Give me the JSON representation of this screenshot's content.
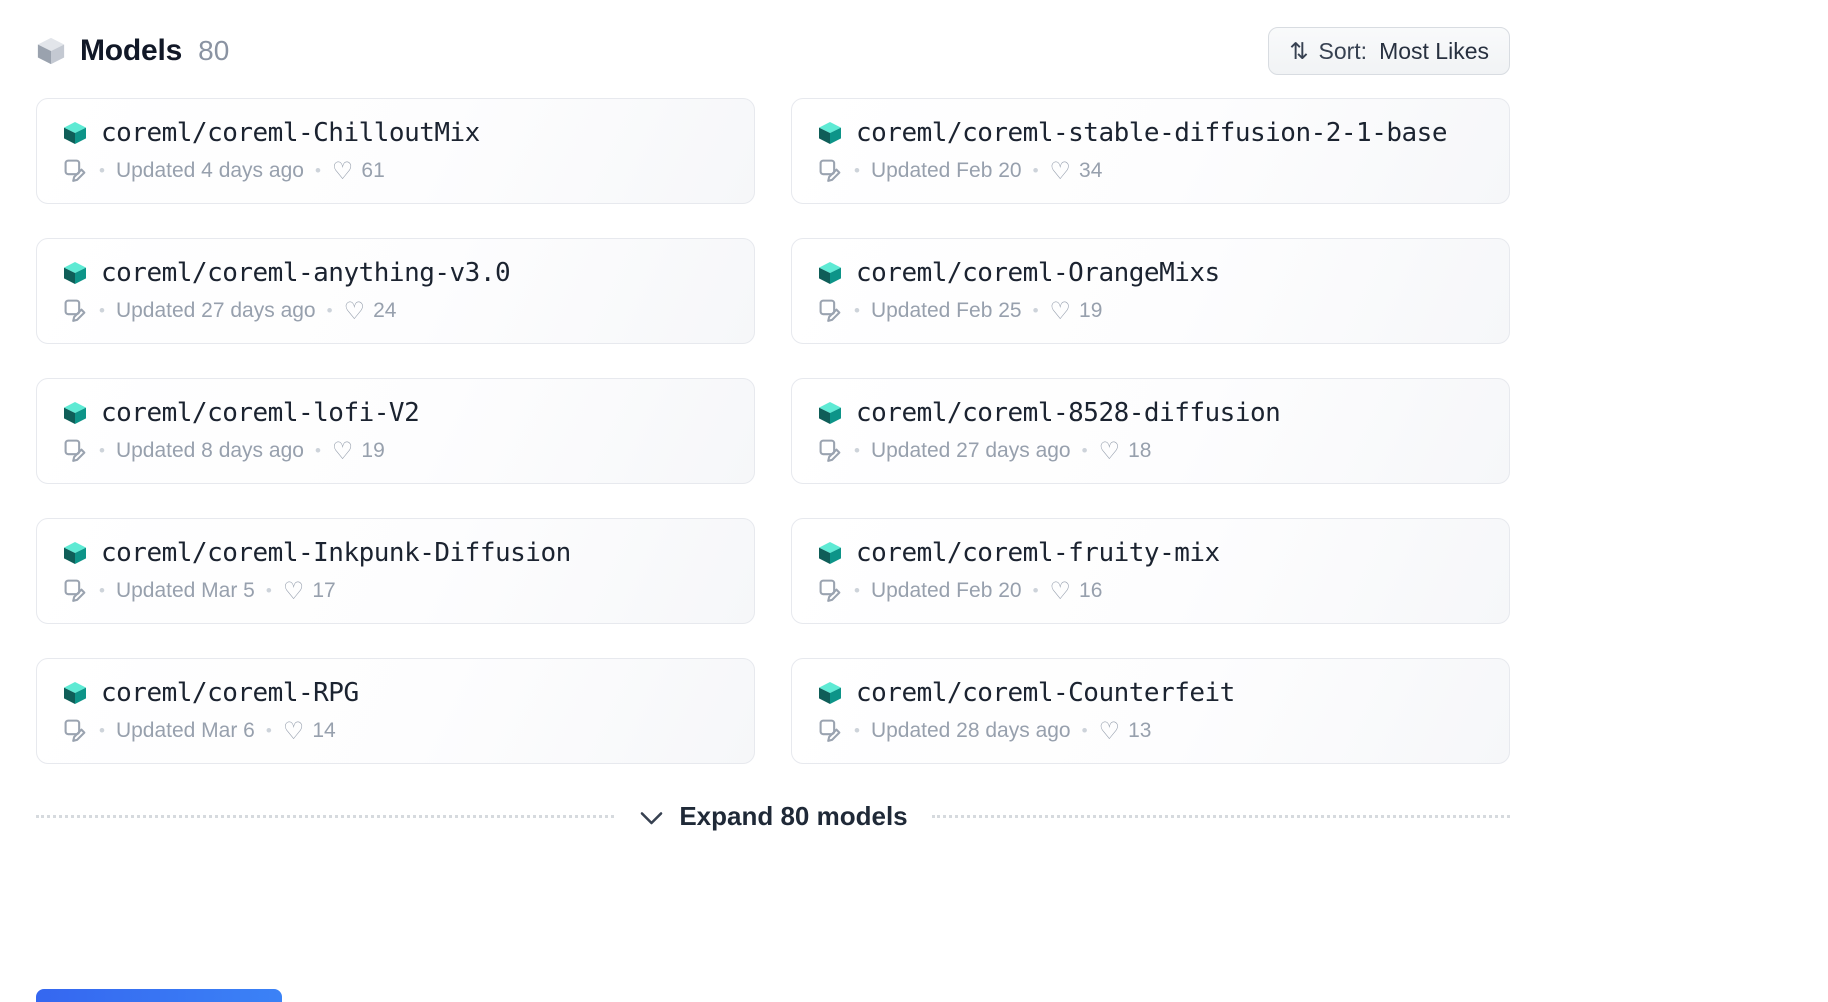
{
  "colors": {
    "model_icon_teal": "#14b8a6",
    "card_border": "#e7e9ee",
    "meta_text_gray": "#97a0ad",
    "title_text": "#1b2330",
    "bottom_bar_blue": "#3b82f6"
  },
  "glyphs": {
    "bullet": "•",
    "heart": "♡",
    "sort_arrows": "⇅"
  },
  "header": {
    "title": "Models",
    "count": "80",
    "sort": {
      "label": "Sort:",
      "value": "Most Likes"
    }
  },
  "models": [
    {
      "name": "coreml/coreml-ChilloutMix",
      "updated": "Updated 4 days ago",
      "likes": "61"
    },
    {
      "name": "coreml/coreml-stable-diffusion-2-1-base",
      "updated": "Updated Feb 20",
      "likes": "34"
    },
    {
      "name": "coreml/coreml-anything-v3.0",
      "updated": "Updated 27 days ago",
      "likes": "24"
    },
    {
      "name": "coreml/coreml-OrangeMixs",
      "updated": "Updated Feb 25",
      "likes": "19"
    },
    {
      "name": "coreml/coreml-lofi-V2",
      "updated": "Updated 8 days ago",
      "likes": "19"
    },
    {
      "name": "coreml/coreml-8528-diffusion",
      "updated": "Updated 27 days ago",
      "likes": "18"
    },
    {
      "name": "coreml/coreml-Inkpunk-Diffusion",
      "updated": "Updated Mar 5",
      "likes": "17"
    },
    {
      "name": "coreml/coreml-fruity-mix",
      "updated": "Updated Feb 20",
      "likes": "16"
    },
    {
      "name": "coreml/coreml-RPG",
      "updated": "Updated Mar 6",
      "likes": "14"
    },
    {
      "name": "coreml/coreml-Counterfeit",
      "updated": "Updated 28 days ago",
      "likes": "13"
    }
  ],
  "expand": {
    "label": "Expand 80 models"
  }
}
